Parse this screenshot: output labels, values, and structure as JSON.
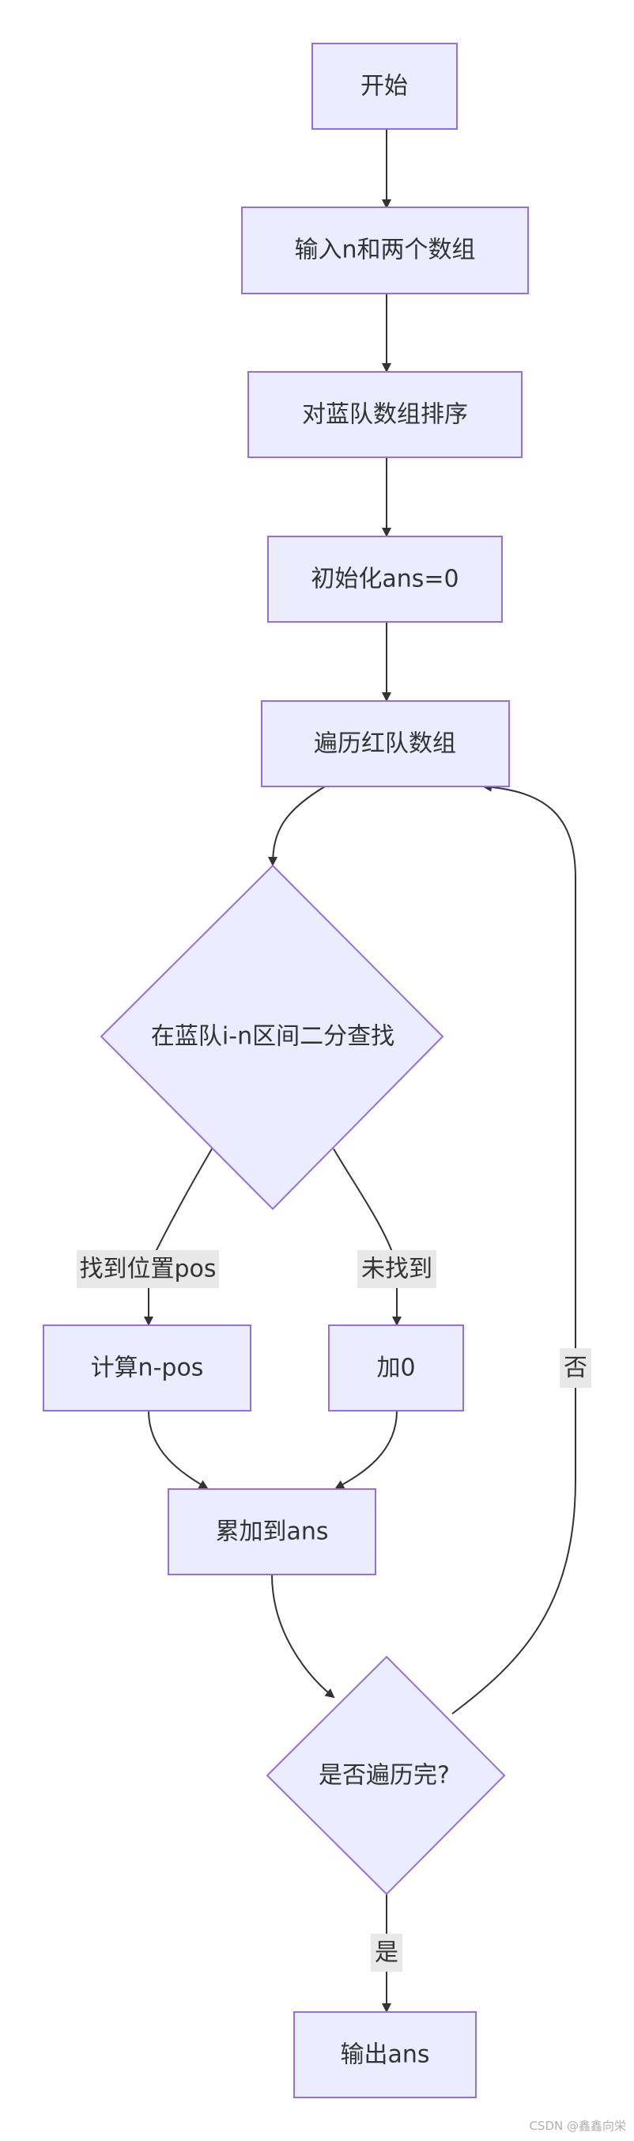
{
  "colors": {
    "node_fill": "#ececff",
    "node_stroke": "#9370db",
    "edge": "#333333",
    "label_bg": "#e8e8e8"
  },
  "nodes": {
    "start": "开始",
    "input": "输入n和两个数组",
    "sort_blue": "对蓝队数组排序",
    "init_ans": "初始化ans=0",
    "loop_red": "遍历红队数组",
    "binary_search": "在蓝队i-n区间二分查找",
    "calc": "计算n-pos",
    "add_zero": "加0",
    "accumulate": "累加到ans",
    "done_check": "是否遍历完?",
    "output": "输出ans"
  },
  "edge_labels": {
    "found": "找到位置pos",
    "not_found": "未找到",
    "no": "否",
    "yes": "是"
  },
  "watermark": "CSDN @鑫鑫向栄"
}
